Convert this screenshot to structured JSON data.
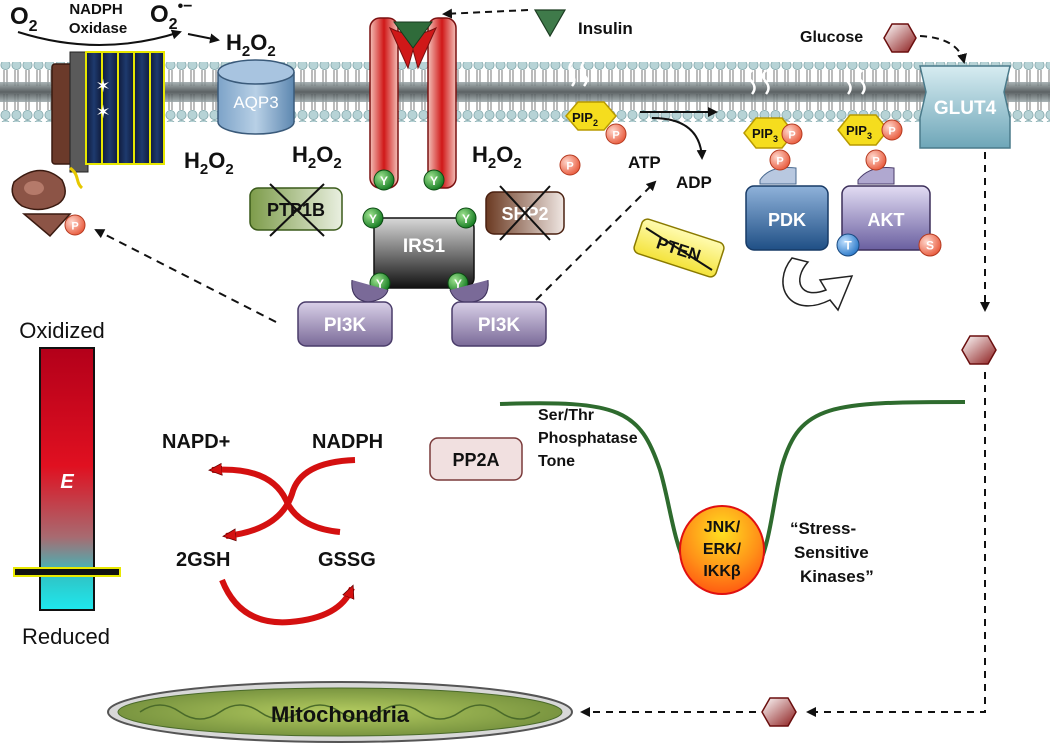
{
  "labels": {
    "o2": "O",
    "o2_sub": "2",
    "nadph_oxidase_1": "NADPH",
    "nadph_oxidase_2": "Oxidase",
    "superoxide": "O",
    "superoxide_sub": "2",
    "superoxide_sup": "•−",
    "h2o2": "H",
    "h2o2_sub": "2",
    "h2o2_o": "O",
    "aqp3": "AQP3",
    "insulin": "Insulin",
    "glucose": "Glucose",
    "glut4": "GLUT4",
    "pip2": "PIP",
    "pip2_sub": "2",
    "pip3": "PIP",
    "pip3_sub": "3",
    "atp": "ATP",
    "adp": "ADP",
    "ptp1b": "PTP1B",
    "shp2": "SHP2",
    "irs1": "IRS1",
    "pi3k": "PI3K",
    "pten": "PTEN",
    "pdk": "PDK",
    "akt": "AKT",
    "y": "Y",
    "p": "P",
    "t": "T",
    "s": "S",
    "oxidized": "Oxidized",
    "reduced": "Reduced",
    "e": "E",
    "napd_plus": "NAPD+",
    "nadph": "NADPH",
    "gsh": "2GSH",
    "gssg": "GSSG",
    "pp2a": "PP2A",
    "phosphatase_1": "Ser/Thr",
    "phosphatase_2": "Phosphatase",
    "phosphatase_3": "Tone",
    "kinase_1": "JNK/",
    "kinase_2": "ERK/",
    "kinase_3": "IKKβ",
    "stress_1": "“Stress-",
    "stress_2": "Sensitive",
    "stress_3": "Kinases”",
    "mitochondria": "Mitochondria"
  },
  "colors": {
    "membrane": "#a9c6c9",
    "receptor_red": "#c62020",
    "insulin_green": "#2f6b3a",
    "phospho_orange": "#f07050",
    "tyrosine_green": "#1f7a2a",
    "pi3k_purple": "#6d5a8f",
    "pip_yellow": "#f5dd1e",
    "pdk_blue": "#2d5f95",
    "akt_purple": "#6a5fa0",
    "glut4_teal": "#8ab8c8",
    "curve_green": "#2e6b2e"
  }
}
